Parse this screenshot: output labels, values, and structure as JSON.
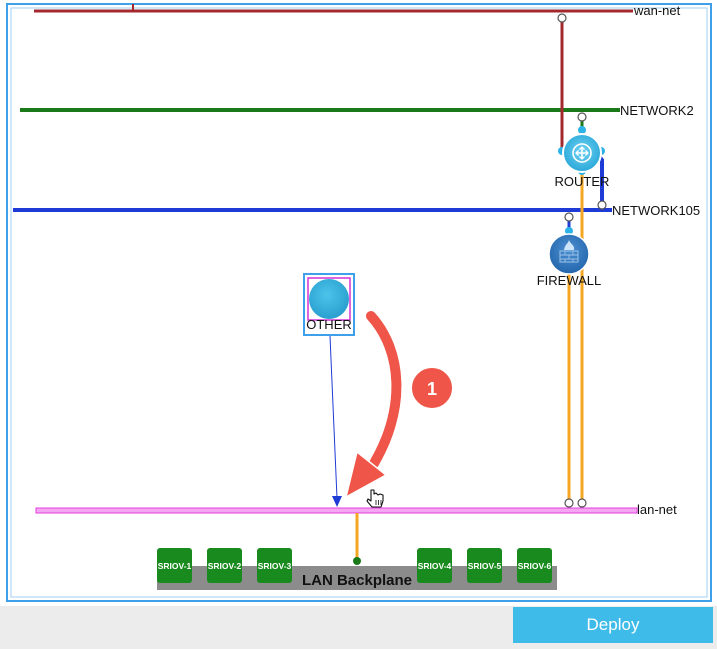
{
  "networks": {
    "wan": {
      "label": "wan-net",
      "color": "#a3292e"
    },
    "network2": {
      "label": "NETWORK2",
      "color": "#1a7a1a"
    },
    "network105": {
      "label": "NETWORK105",
      "color": "#1f3bd6"
    },
    "lan": {
      "label": "lan-net",
      "color": "#e43ee0"
    }
  },
  "nodes": {
    "router": {
      "label": "ROUTER",
      "icon": "router-icon"
    },
    "firewall": {
      "label": "FIREWALL",
      "icon": "firewall-icon"
    },
    "other": {
      "label": "OTHER",
      "icon": "circle-icon"
    }
  },
  "backplane": {
    "label": "LAN Backplane",
    "ports_left": [
      "SRIOV-1",
      "SRIOV-2",
      "SRIOV-3"
    ],
    "ports_right": [
      "SRIOV-4",
      "SRIOV-5",
      "SRIOV-6"
    ]
  },
  "annotation": {
    "step": "1",
    "arrow_color": "#ef5548"
  },
  "link_color": "#f5a623",
  "selection_color": "#3ea0ea",
  "deploy": {
    "label": "Deploy",
    "color": "#3ebbe8"
  }
}
